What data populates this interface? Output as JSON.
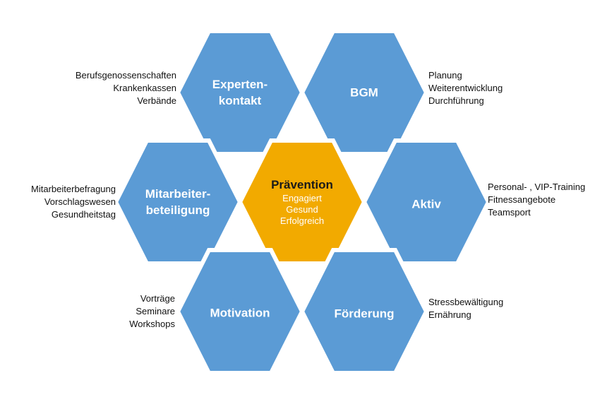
{
  "colors": {
    "hex_blue": "#5B9BD5",
    "hex_center": "#F2AA00",
    "hex_border": "#ffffff"
  },
  "center": {
    "title": "Prävention",
    "lines": [
      "Engagiert",
      "Gesund",
      "Erfolgreich"
    ]
  },
  "hexagons": {
    "expertenkontakt": {
      "title_lines": [
        "Experten-",
        "kontakt"
      ],
      "notes": [
        "Berufsgenossenschaften",
        "Krankenkassen",
        "Verbände"
      ]
    },
    "bgm": {
      "title_lines": [
        "BGM"
      ],
      "notes": [
        "Planung",
        "Weiterentwicklung",
        "Durchführung"
      ]
    },
    "mitarbeiterbeteiligung": {
      "title_lines": [
        "Mitarbeiter-",
        "beteiligung"
      ],
      "notes": [
        "Mitarbeiterbefragung",
        "Vorschlagswesen",
        "Gesundheitstag"
      ]
    },
    "aktiv": {
      "title_lines": [
        "Aktiv"
      ],
      "notes": [
        "Personal- , VIP-Training",
        "Fitnessangebote",
        "Teamsport"
      ]
    },
    "motivation": {
      "title_lines": [
        "Motivation"
      ],
      "notes": [
        "Vorträge",
        "Seminare",
        "Workshops"
      ]
    },
    "foerderung": {
      "title_lines": [
        "Förderung"
      ],
      "notes": [
        "Stressbewältigung",
        "Ernährung"
      ]
    }
  }
}
